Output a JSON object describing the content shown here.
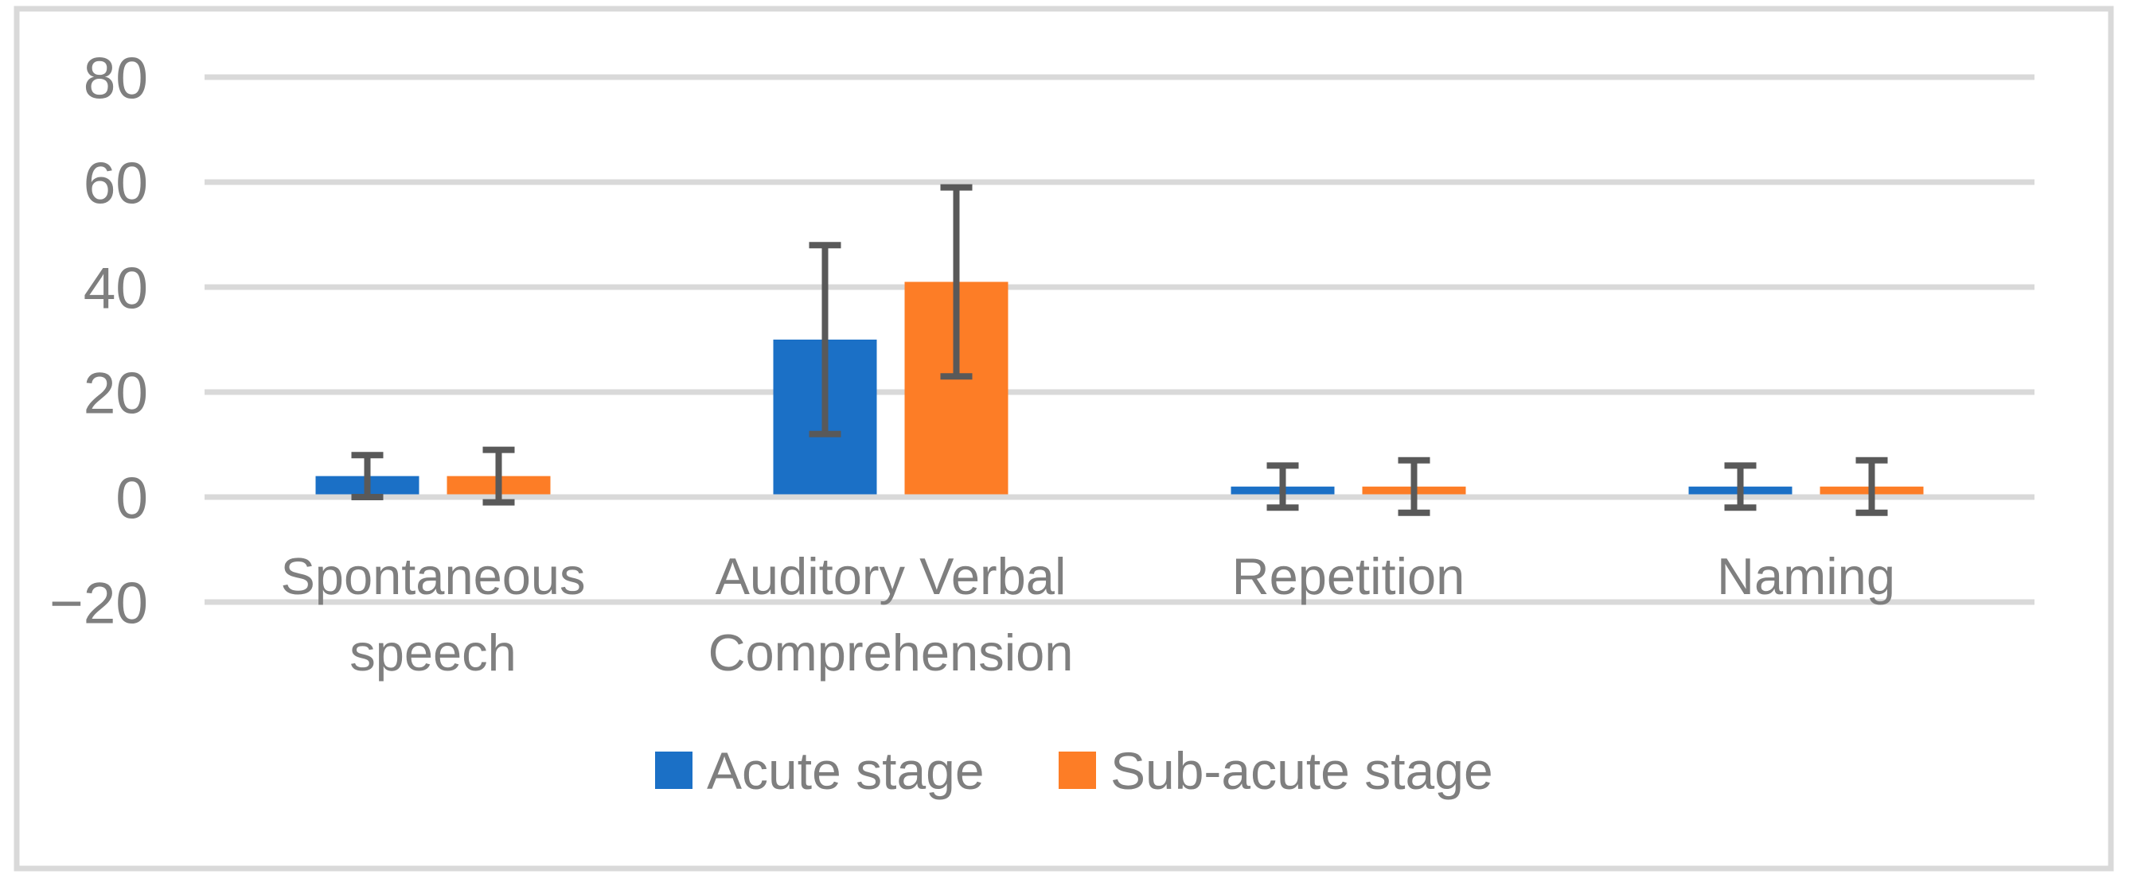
{
  "figure": {
    "kind": "grouped-bar-chart-with-error-bars",
    "title": ""
  },
  "chart_data": {
    "type": "bar",
    "title": "",
    "xlabel": "",
    "ylabel": "",
    "categories": [
      "Spontaneous speech",
      "Auditory Verbal Comprehension",
      "Repetition",
      "Naming"
    ],
    "category_label_lines": [
      [
        "Spontaneous",
        "speech"
      ],
      [
        "Auditory Verbal",
        "Comprehension"
      ],
      [
        "Repetition"
      ],
      [
        "Naming"
      ]
    ],
    "series": [
      {
        "name": "Acute stage",
        "color": "#1B70C6",
        "values": [
          4,
          30,
          2,
          2
        ],
        "errors": [
          4,
          18,
          4,
          4
        ]
      },
      {
        "name": "Sub-acute stage",
        "color": "#FD7D26",
        "values": [
          4,
          41,
          2,
          2
        ],
        "errors": [
          5,
          18,
          5,
          5
        ]
      }
    ],
    "y_axis": {
      "min": -20,
      "max": 80,
      "step": 20,
      "tick_values": [
        80,
        60,
        40,
        20,
        0,
        -20
      ],
      "tick_labels": [
        "80",
        "60",
        "40",
        "20",
        "0",
        "−20"
      ]
    },
    "grid": true,
    "legend": {
      "position": "bottom",
      "entries": [
        "Acute stage",
        "Sub-acute stage"
      ]
    },
    "colors": {
      "gridline": "#D9D9D9",
      "figure_border": "#D9D9D9",
      "error_bar": "#595959",
      "text": "#7F7F7F",
      "background": "#FFFFFF"
    }
  }
}
